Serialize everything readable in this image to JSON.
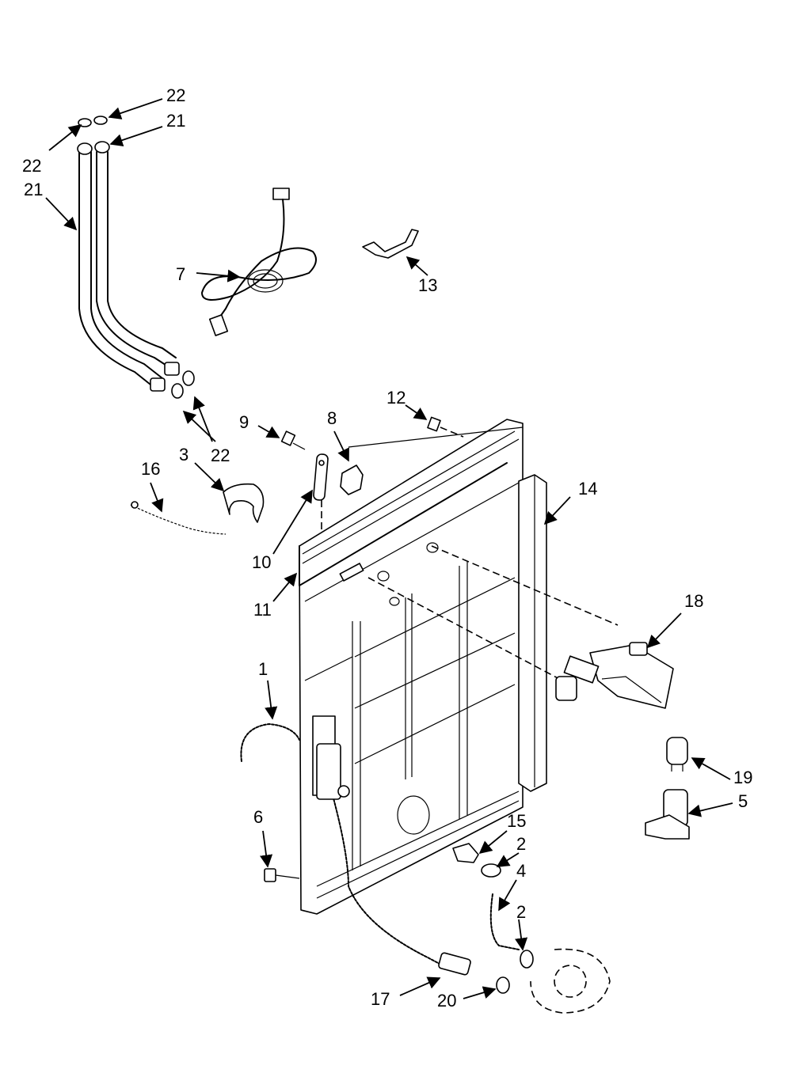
{
  "callouts": {
    "c22a": "22",
    "c21a": "21",
    "c22b": "22",
    "c21b": "21",
    "c7": "7",
    "c13": "13",
    "c22c": "22",
    "c3": "3",
    "c16": "16",
    "c9": "9",
    "c8": "8",
    "c12": "12",
    "c14": "14",
    "c10": "10",
    "c11": "11",
    "c18": "18",
    "c1": "1",
    "c19": "19",
    "c5": "5",
    "c6": "6",
    "c15": "15",
    "c2a": "2",
    "c4": "4",
    "c2b": "2",
    "c17": "17",
    "c20": "20"
  }
}
